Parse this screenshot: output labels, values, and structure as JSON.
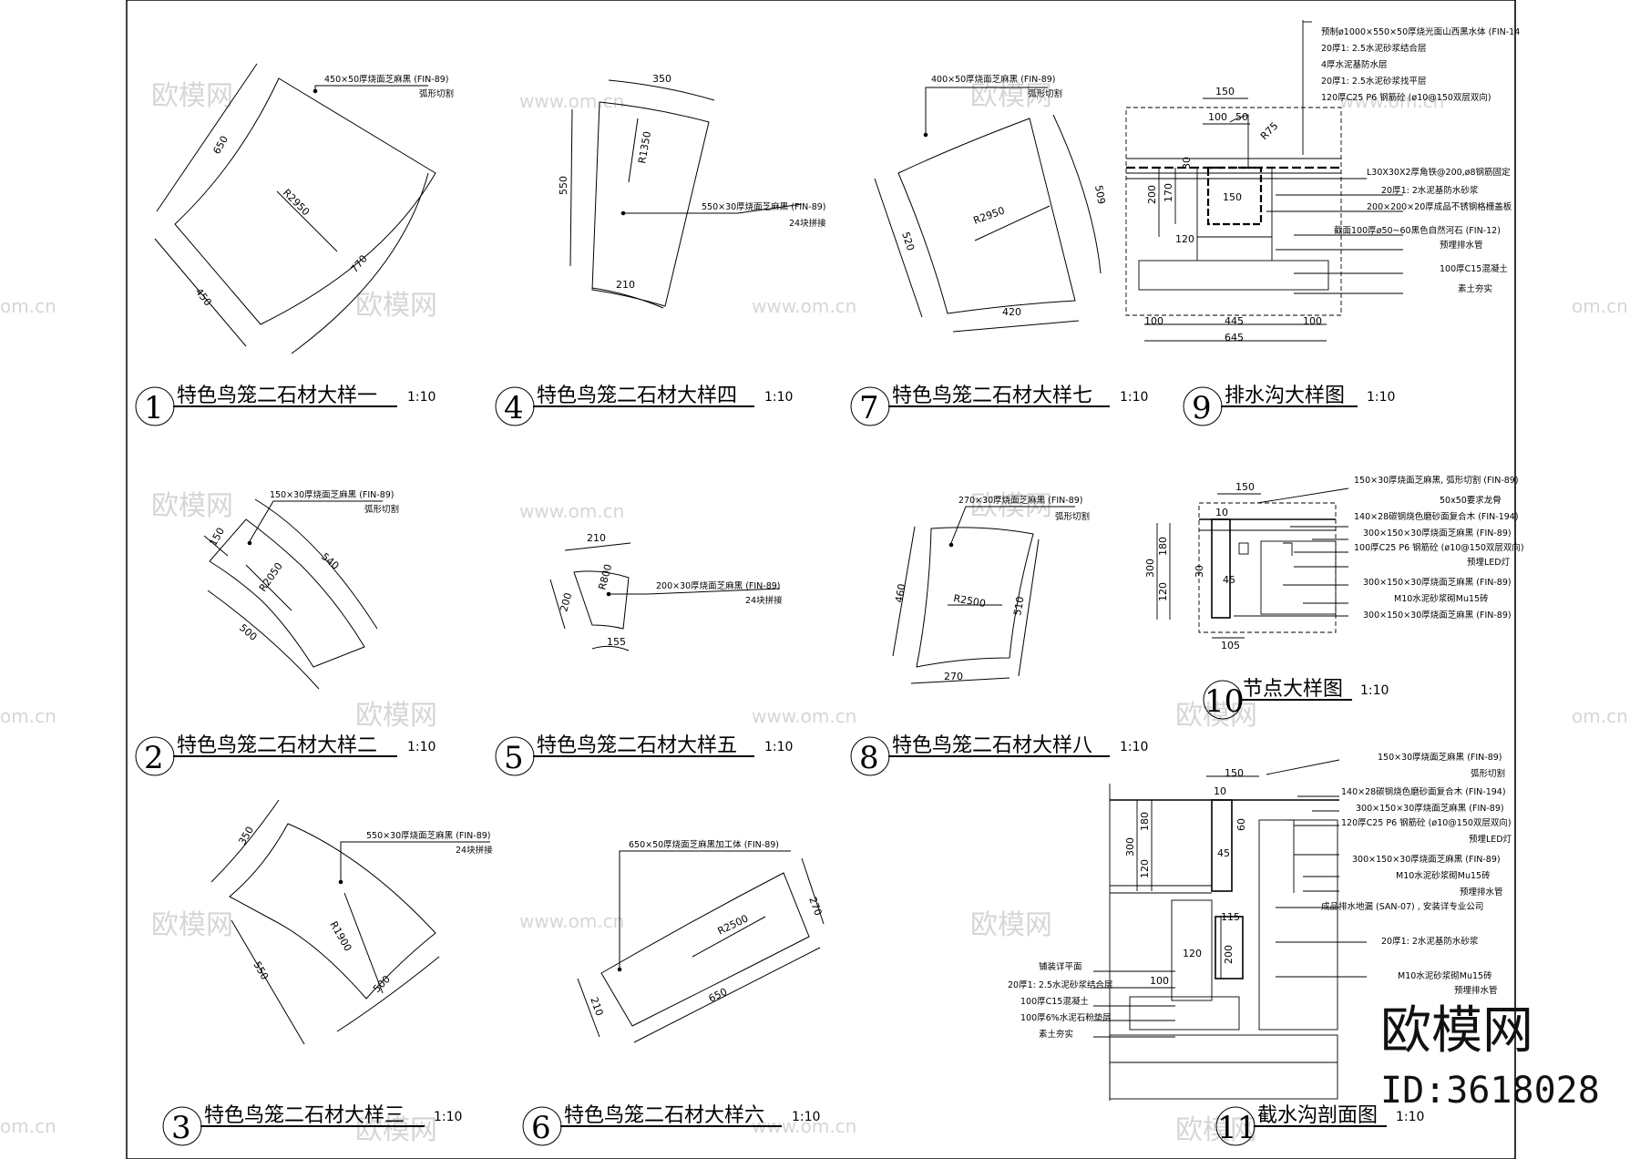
{
  "watermark": {
    "cn": "欧模网",
    "url": "www.om.cn",
    "edge": "om.cn"
  },
  "branding": {
    "logo": "欧模网",
    "id": "ID:3618028"
  },
  "details": [
    {
      "no": "1",
      "title": "特色鸟笼二石材大样一",
      "scale": "1:10",
      "labels": [
        "450×50厚烧面芝麻黑 (FIN-89)",
        "弧形切割"
      ],
      "dims": [
        "650",
        "450",
        "770",
        "R2950"
      ]
    },
    {
      "no": "2",
      "title": "特色鸟笼二石材大样二",
      "scale": "1:10",
      "labels": [
        "150×30厚烧面芝麻黑 (FIN-89)",
        "弧形切割"
      ],
      "dims": [
        "150",
        "540",
        "500",
        "R2050"
      ]
    },
    {
      "no": "3",
      "title": "特色鸟笼二石材大样三",
      "scale": "1:10",
      "labels": [
        "550×30厚烧面芝麻黑 (FIN-89)",
        "24块拼接"
      ],
      "dims": [
        "350",
        "550",
        "500",
        "R1900"
      ]
    },
    {
      "no": "4",
      "title": "特色鸟笼二石材大样四",
      "scale": "1:10",
      "labels": [
        "550×30厚烧面芝麻黑 (FIN-89)",
        "24块拼接"
      ],
      "dims": [
        "350",
        "550",
        "210",
        "R1350"
      ]
    },
    {
      "no": "5",
      "title": "特色鸟笼二石材大样五",
      "scale": "1:10",
      "labels": [
        "200×30厚烧面芝麻黑 (FIN-89)",
        "24块拼接"
      ],
      "dims": [
        "210",
        "200",
        "155",
        "R800"
      ]
    },
    {
      "no": "6",
      "title": "特色鸟笼二石材大样六",
      "scale": "1:10",
      "labels": [
        "650×50厚烧面芝麻黑加工体 (FIN-89)"
      ],
      "dims": [
        "270",
        "210",
        "650",
        "R2500"
      ]
    },
    {
      "no": "7",
      "title": "特色鸟笼二石材大样七",
      "scale": "1:10",
      "labels": [
        "400×50厚烧面芝麻黑 (FIN-89)",
        "弧形切割"
      ],
      "dims": [
        "509",
        "520",
        "420",
        "R2950"
      ]
    },
    {
      "no": "8",
      "title": "特色鸟笼二石材大样八",
      "scale": "1:10",
      "labels": [
        "270×30厚烧面芝麻黑 (FIN-89)",
        "弧形切割"
      ],
      "dims": [
        "460",
        "510",
        "270",
        "R2500"
      ]
    },
    {
      "no": "9",
      "title": "排水沟大样图",
      "scale": "1:10",
      "labels": [
        "预制ø1000×550×50厚烧光面山西黑水体 (FIN-14",
        "20厚1: 2.5水泥砂浆结合层",
        "4厚水泥基防水层",
        "20厚1: 2.5水泥砂浆找平层",
        "120厚C25 P6 钢筋砼 (ø10@150双层双向)",
        "L30X30X2厚角铁@200,ø8钢筋固定",
        "20厚1: 2水泥基防水砂浆",
        "200×200×20厚成品不锈钢格栅盖板",
        "截面100厚ø50~60黑色自然河石 (FIN-12)",
        "预埋排水管",
        "100厚C15混凝土",
        "素土夯实"
      ],
      "dims": [
        "150",
        "100",
        "50",
        "R75",
        "200",
        "170",
        "150",
        "120",
        "445",
        "100",
        "100",
        "645",
        "30"
      ]
    },
    {
      "no": "10",
      "title": "节点大样图",
      "scale": "1:10",
      "labels": [
        "150×30厚烧面芝麻黑, 弧形切割 (FIN-89)",
        "50x50要求龙骨",
        "140×28碳钢烧色磨砂面复合木 (FIN-194)",
        "300×150×30厚烧面芝麻黑 (FIN-89)",
        "100厚C25 P6 钢筋砼 (ø10@150双层双向)",
        "预埋LED灯",
        "300×150×30厚烧面芝麻黑 (FIN-89)",
        "M10水泥砂浆砌Mu15砖",
        "300×150×30厚烧面芝麻黑 (FIN-89)"
      ],
      "dims": [
        "150",
        "300",
        "180",
        "120",
        "30",
        "45",
        "105",
        "10"
      ]
    },
    {
      "no": "11",
      "title": "截水沟剖面图",
      "scale": "1:10",
      "labels_right": [
        "150×30厚烧面芝麻黑 (FIN-89)",
        "弧形切割",
        "140×28碳钢烧色磨砂面复合木 (FIN-194)",
        "300×150×30厚烧面芝麻黑 (FIN-89)",
        "120厚C25 P6 钢筋砼 (ø10@150双层双向)",
        "预埋LED灯",
        "300×150×30厚烧面芝麻黑 (FIN-89)",
        "M10水泥砂浆砌Mu15砖",
        "预埋排水管",
        "成品排水地漏 (SAN-07) , 安装详专业公司",
        "20厚1: 2水泥基防水砂浆",
        "M10水泥砂浆砌Mu15砖",
        "预埋排水管"
      ],
      "labels_left": [
        "铺装详平面",
        "20厚1: 2.5水泥砂浆结合层",
        "100厚C15混凝土",
        "100厚6%水泥石粉垫层",
        "素土夯实"
      ],
      "dims": [
        "150",
        "300",
        "180",
        "120",
        "60",
        "45",
        "115",
        "200",
        "120",
        "100",
        "10"
      ]
    }
  ]
}
